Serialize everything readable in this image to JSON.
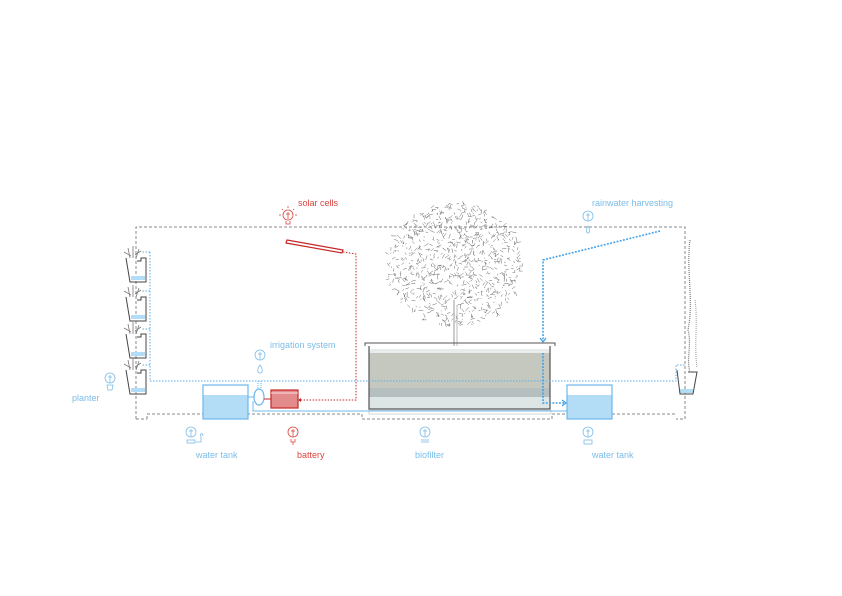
{
  "labels": {
    "solar_cells": "solar cells",
    "rainwater_harvesting": "rainwater harvesting",
    "irrigation_system": "irrigation system",
    "planter": "planter",
    "water_tank_left": "water tank",
    "battery": "battery",
    "biofilter": "biofilter",
    "water_tank_right": "water tank"
  },
  "colors": {
    "water": "#7bbde8",
    "water_fill": "#b3dcf7",
    "power": "#d9443f",
    "battery_fill": "#e38a8a",
    "structure": "#888888",
    "biofilter_soil": "#c4c8bf"
  }
}
